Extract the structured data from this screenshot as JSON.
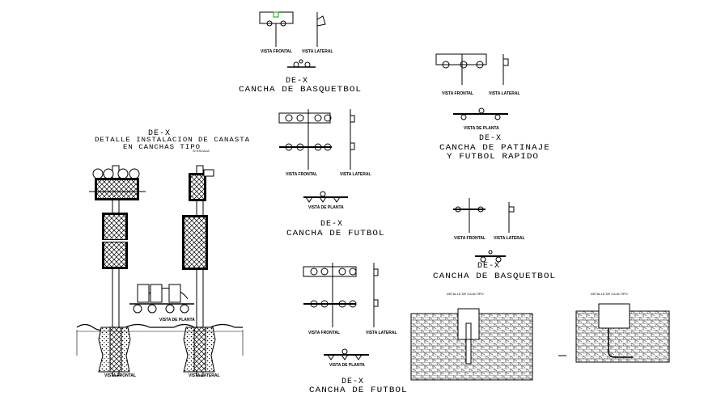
{
  "drawing": {
    "main_detail": {
      "code": "DE-X",
      "title_line1": "DETALLE INSTALACION DE CANASTA",
      "title_line2": "EN CANCHAS TIPO",
      "scale_note": "S/ ESCALA",
      "front_view": "VISTA FRONTAL",
      "side_view": "VISTA LATERAL",
      "plan_view": "VISTA DE PLANTA"
    },
    "views": {
      "frontal": "VISTA FRONTAL",
      "lateral": "VISTA LATERAL",
      "planta": "VISTA DE PLANTA"
    },
    "basket_top": {
      "code": "DE-X",
      "title": "CANCHA DE BASQUETBOL"
    },
    "futbol_middle": {
      "code": "DE-X",
      "title": "CANCHA DE FUTBOL"
    },
    "futbol_bottom": {
      "code": "DE-X",
      "title": "CANCHA DE FUTBOL"
    },
    "patinaje": {
      "code": "DE-X",
      "title_line1": "CANCHA DE PATINAJE",
      "title_line2": "Y FUTBOL RAPIDO"
    },
    "basket_right": {
      "code": "DE-X",
      "title": "CANCHA DE BASQUETBOL"
    },
    "footing_left": {
      "caption": "DETALLE DE CAJA TIPO"
    },
    "footing_right": {
      "caption": "DETALLE DE CAJA TIPO"
    }
  }
}
